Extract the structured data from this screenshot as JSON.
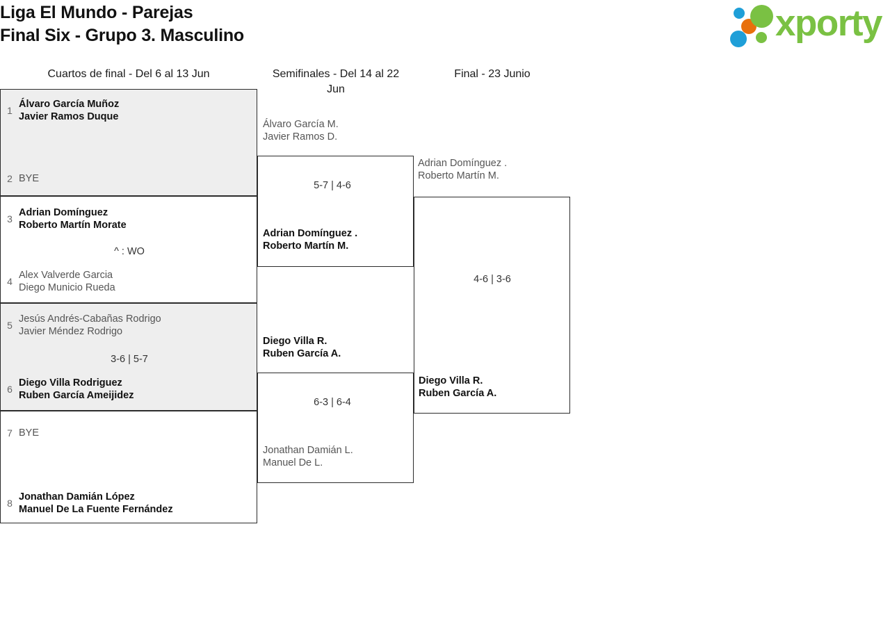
{
  "header": {
    "title": "Liga El Mundo - Parejas\nFinal Six - Grupo 3. Masculino",
    "logo": {
      "wordmark": "xporty",
      "colors": {
        "green": "#7ac143",
        "blue": "#1f9fd8",
        "orange": "#e8700c"
      }
    }
  },
  "rounds": [
    {
      "heading": "Cuartos de final - Del 6 al 13 Jun"
    },
    {
      "heading": "Semifinales - Del 14 al 22 Jun"
    },
    {
      "heading": "Final - 23 Junio"
    }
  ],
  "quarterfinals": [
    {
      "score": "",
      "shaded": true,
      "top": {
        "seed": "1",
        "names": "Álvaro García Muñoz\nJavier Ramos Duque",
        "winner": true
      },
      "bottom": {
        "seed": "2",
        "names": "BYE",
        "winner": false
      }
    },
    {
      "score": "^ : WO",
      "shaded": false,
      "top": {
        "seed": "3",
        "names": "Adrian Domínguez\nRoberto Martín Morate",
        "winner": true
      },
      "bottom": {
        "seed": "4",
        "names": "Alex Valverde Garcia\nDiego Municio Rueda",
        "winner": false
      }
    },
    {
      "score": "3-6 | 5-7",
      "shaded": true,
      "top": {
        "seed": "5",
        "names": "Jesús Andrés-Cabañas Rodrigo\nJavier Méndez Rodrigo",
        "winner": false
      },
      "bottom": {
        "seed": "6",
        "names": "Diego Villa Rodriguez\nRuben García Ameijidez",
        "winner": true
      }
    },
    {
      "score": "",
      "shaded": false,
      "top": {
        "seed": "7",
        "names": "BYE",
        "winner": false
      },
      "bottom": {
        "seed": "8",
        "names": "Jonathan Damián López\nManuel De La Fuente Fernández",
        "winner": true
      }
    }
  ],
  "semifinals": [
    {
      "score": "5-7 | 4-6",
      "top": {
        "names": "Álvaro García M.\nJavier Ramos D.",
        "winner": false
      },
      "bottom": {
        "names": "Adrian Domínguez .\nRoberto Martín M.",
        "winner": true
      }
    },
    {
      "score": "6-3 | 6-4",
      "top": {
        "names": "Diego Villa R.\nRuben García A.",
        "winner": true
      },
      "bottom": {
        "names": "Jonathan Damián L.\nManuel De L.",
        "winner": false
      }
    }
  ],
  "final": {
    "score": "4-6 | 3-6",
    "top": {
      "names": "Adrian Domínguez .\nRoberto Martín M.",
      "winner": false
    },
    "bottom": {
      "names": "Diego Villa R.\nRuben García A.",
      "winner": true
    }
  }
}
